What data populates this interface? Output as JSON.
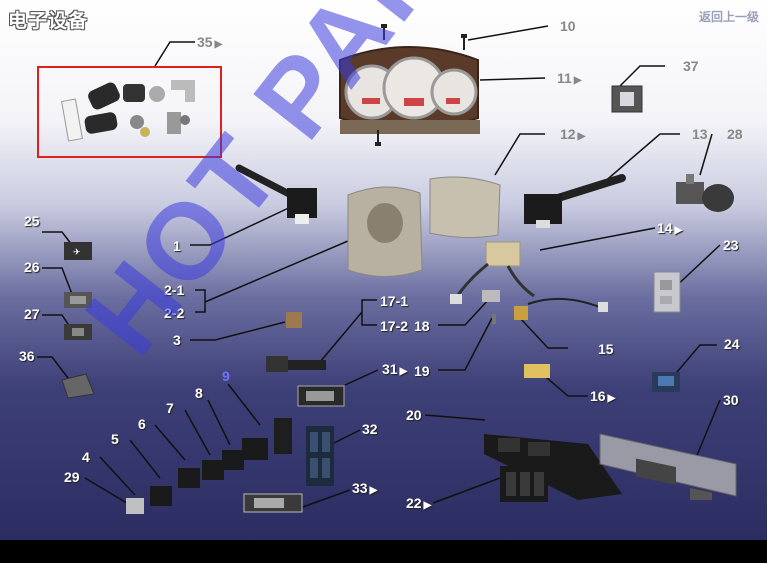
{
  "header": {
    "title": "电子设备",
    "back_label": "返回上一级"
  },
  "watermark": "HOT PARTS",
  "labels": {
    "l35": "35",
    "l10": "10",
    "l11": "11",
    "l37": "37",
    "l12": "12",
    "l13": "13",
    "l28": "28",
    "l14": "14",
    "l23": "23",
    "l25": "25",
    "l26": "26",
    "l27": "27",
    "l36": "36",
    "l1": "1",
    "l2_1": "2-1",
    "l2_2": "2-2",
    "l3": "3",
    "l17_1": "17-1",
    "l17_2": "17-2",
    "l18": "18",
    "l15": "15",
    "l19": "19",
    "l31": "31",
    "l16": "16",
    "l24": "24",
    "l30": "30",
    "l9": "9",
    "l8": "8",
    "l7": "7",
    "l6": "6",
    "l5": "5",
    "l4": "4",
    "l29": "29",
    "l32": "32",
    "l33": "33",
    "l20": "20",
    "l22": "22"
  },
  "arrow_glyph": "▶"
}
